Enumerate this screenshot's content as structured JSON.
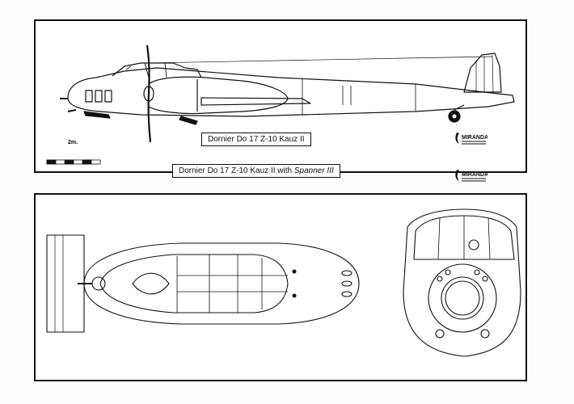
{
  "panels": {
    "top": {
      "caption": "Dornier Do 17 Z-10 Kauz II",
      "scale_label": "2m.",
      "logo_text": "MIRANDA"
    },
    "bottom": {
      "caption_main": "Dornier Do 17 Z-10 Kauz II with ",
      "caption_italic": "Spanner III",
      "logo_text": "MIRANDA"
    }
  },
  "colors": {
    "line": "#111111",
    "background": "#ffffff"
  }
}
